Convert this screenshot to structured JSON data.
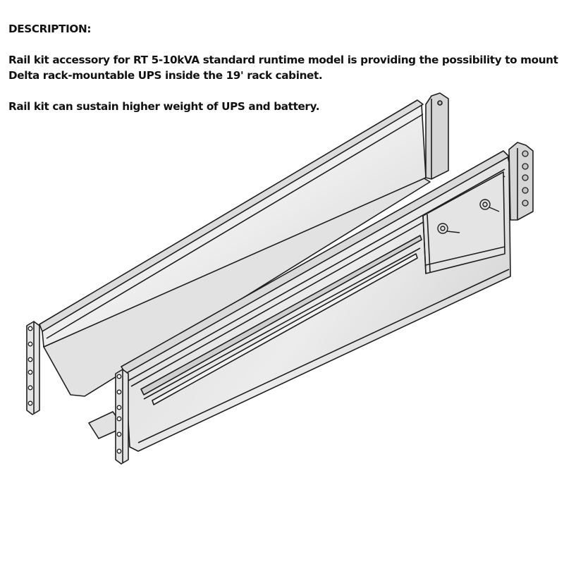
{
  "document": {
    "heading": "DESCRIPTION:",
    "paragraph1_line1": "Rail kit accessory for RT 5-10kVA standard runtime model is providing the possibility to mount",
    "paragraph1_line2": "Delta rack-mountable UPS inside the 19' rack cabinet.",
    "paragraph2": "Rail kit can sustain higher weight of UPS and battery."
  },
  "illustration": {
    "subject": "rack-rail-kit-pair",
    "colors": {
      "outline": "#1e1e1e",
      "metal_light": "#e6e6e6",
      "metal_mid": "#d2d2d2",
      "metal_dark": "#bdbdbd"
    }
  }
}
